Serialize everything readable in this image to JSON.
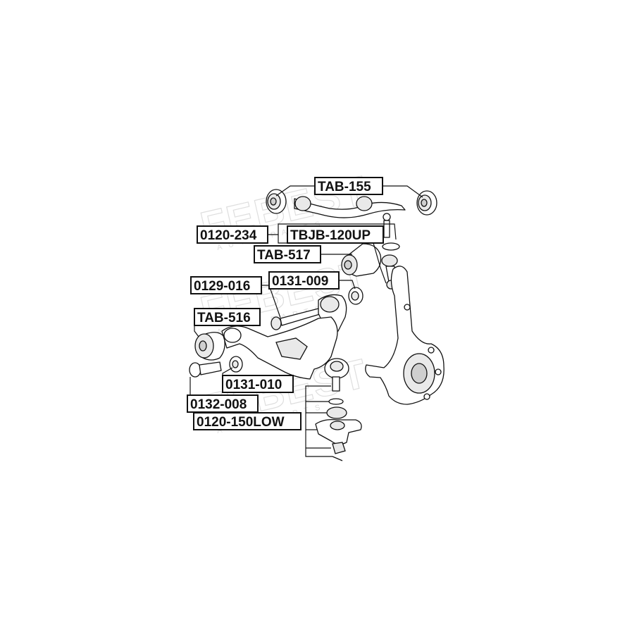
{
  "watermark": {
    "brand": "FEBEST",
    "tagline": "AUTO PARTS"
  },
  "labels": {
    "tab_155": "TAB-155",
    "p0120_234": "0120-234",
    "tbjb_120up": "TBJB-120UP",
    "tab_517": "TAB-517",
    "p0129_016": "0129-016",
    "p0131_009": "0131-009",
    "tab_516": "TAB-516",
    "p0131_010": "0131-010",
    "p0132_008": "0132-008",
    "p0120_150low": "0120-150LOW"
  }
}
